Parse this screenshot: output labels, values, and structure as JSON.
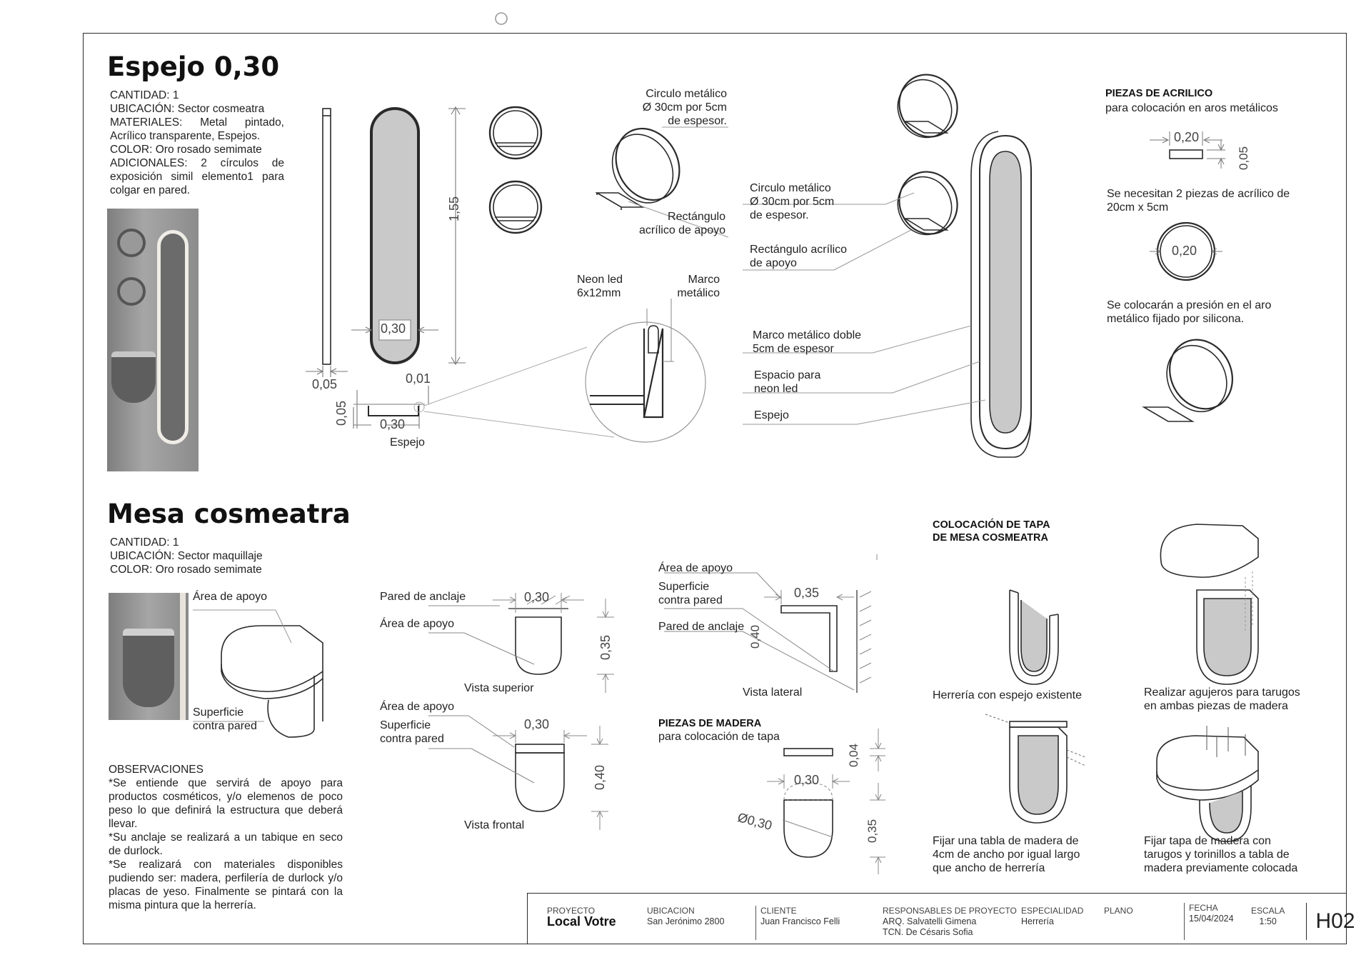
{
  "colors": {
    "line": "#2a2a2a",
    "mirror": "#c9c9c9",
    "leader": "#9a9a9a",
    "photo_bg": "#8e8e8e"
  },
  "espejo": {
    "title": "Espejo 0,30",
    "specs": [
      "CANTIDAD: 1",
      "UBICACIÓN: Sector cosmeatra",
      "MATERIALES: Metal pintado, Acrílico transparente, Espejos.",
      "COLOR: Oro rosado semimate",
      "ADICIONALES: 2 círculos de exposición simil elemento1 para colgar en pared."
    ],
    "dims": {
      "height": "1,55",
      "width": "0,30",
      "thick": "0,05",
      "frame": "0,01",
      "sec_h": "0,05",
      "sec_w": "0,30"
    },
    "section_label": "Espejo",
    "labels": {
      "circle_top": [
        "Circulo metálico",
        "Ø 30cm por 5cm",
        "de espesor."
      ],
      "rect_top": [
        "Rectángulo",
        "acrílico de apoyo"
      ],
      "neon": [
        "Neon led",
        "6x12mm"
      ],
      "marco": [
        "Marco",
        "metálico"
      ],
      "circle_iso": [
        "Circulo metálico",
        "Ø 30cm por 5cm",
        "de espesor."
      ],
      "rect_iso": [
        "Rectángulo acrílico",
        "de apoyo"
      ],
      "marco_doble": [
        "Marco metálico doble",
        "5cm de espesor"
      ],
      "espacio": [
        "Espacio para",
        "neon led"
      ],
      "espejo": "Espejo"
    }
  },
  "acrilico": {
    "heading": "PIEZAS DE ACRILICO",
    "sub": "para colocación en aros metálicos",
    "dim_w": "0,20",
    "dim_h": "0,05",
    "note1": [
      "Se necesitan 2 piezas de acrílico de",
      "20cm x 5cm"
    ],
    "dim_circle": "0,20",
    "note2": [
      "Se colocarán a presión en el aro",
      "metálico fijado por silicona."
    ]
  },
  "mesa": {
    "title": "Mesa cosmeatra",
    "specs": [
      "CANTIDAD: 1",
      "UBICACIÓN: Sector maquillaje",
      "COLOR: Oro rosado semimate"
    ],
    "iso_labels": {
      "area": "Área de apoyo",
      "superficie": [
        "Superficie",
        "contra pared"
      ]
    },
    "obs_title": "OBSERVACIONES",
    "obs": [
      "*Se entiende que servirá de apoyo para productos cosméticos, y/o elemenos de poco peso lo que definirá la estructura que deberá llevar.",
      "*Su anclaje se realizará a un tabique en seco de durlock.",
      "*Se realizará con materiales disponibles pudiendo ser: madera, perfilería de durlock y/o placas de yeso. Finalmente se pintará con la misma pintura que la herrería."
    ],
    "vista_superior": {
      "pared": "Pared de anclaje",
      "area": "Área de apoyo",
      "label": "Vista superior",
      "dim_w": "0,30",
      "dim_d": "0,35"
    },
    "vista_frontal": {
      "area": "Área de apoyo",
      "superficie": [
        "Superficie",
        "contra pared"
      ],
      "label": "Vista frontal",
      "dim_w": "0,30",
      "dim_h": "0,40"
    },
    "vista_lateral": {
      "area": "Área de apoyo",
      "superficie": [
        "Superficie",
        "contra pared"
      ],
      "pared": "Pared de anclaje",
      "label": "Vista lateral",
      "dim_w": "0,35",
      "dim_h": "0,40"
    },
    "madera": {
      "heading": "PIEZAS DE MADERA",
      "sub": "para colocación de tapa",
      "dim_t": "0,04",
      "dim_w": "0,30",
      "dim_diam": "Ø0,30",
      "dim_d": "0,35"
    },
    "tapa": {
      "heading": [
        "COLOCACIÓN DE TAPA",
        "DE MESA COSMEATRA"
      ],
      "steps": [
        [
          "Herrería con espejo existente"
        ],
        [
          "Realizar agujeros para tarugos",
          "en ambas piezas de madera"
        ],
        [
          "Fijar una tabla de madera de",
          "4cm de ancho por igual largo",
          "que ancho de herrería"
        ],
        [
          "Fijar tapa de madera con",
          "tarugos y torinillos a tabla de",
          "madera previamente colocada"
        ]
      ]
    }
  },
  "titleblock": {
    "proyecto_k": "PROYECTO",
    "proyecto_v": "Local Votre",
    "ubicacion_k": "UBICACION",
    "ubicacion_v": "San Jerónimo 2800",
    "cliente_k": "CLIENTE",
    "cliente_v": "Juan Francisco Felli",
    "resp_k": "RESPONSABLES DE PROYECTO",
    "resp_v1": "ARQ. Salvatelli Gimena",
    "resp_v2": "TCN. De Césaris Sofia",
    "esp_k": "ESPECIALIDAD",
    "esp_v": "Herrería",
    "plano_k": "PLANO",
    "fecha_k": "FECHA",
    "fecha_v": "15/04/2024",
    "escala_k": "ESCALA",
    "escala_v": "1:50",
    "sheet": "H02"
  }
}
